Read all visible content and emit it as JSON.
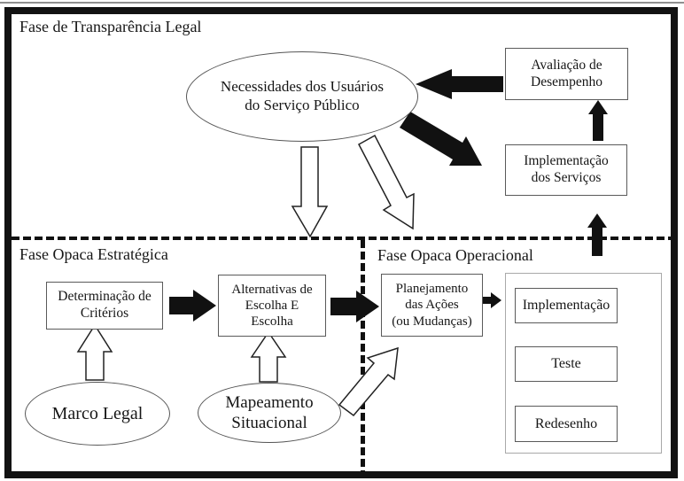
{
  "colors": {
    "ink": "#111111",
    "background": "#ffffff"
  },
  "sections": {
    "transparencia": "Fase de Transparência Legal",
    "estrategica": "Fase Opaca Estratégica",
    "operacional": "Fase Opaca Operacional"
  },
  "nodes": {
    "necessidades": "Necessidades dos Usuários\ndo Serviço Público",
    "avaliacao": "Avaliação de\nDesempenho",
    "implementacao_servicos": "Implementação\ndos Serviços",
    "determinacao": "Determinação de\nCritérios",
    "alternativas": "Alternativas de\nEscolha E\nEscolha",
    "marco_legal": "Marco Legal",
    "mapeamento": "Mapeamento\nSituacional",
    "planejamento": "Planejamento\ndas Ações\n(ou Mudanças)",
    "implementacao": "Implementação",
    "teste": "Teste",
    "redesenho": "Redesenho"
  }
}
